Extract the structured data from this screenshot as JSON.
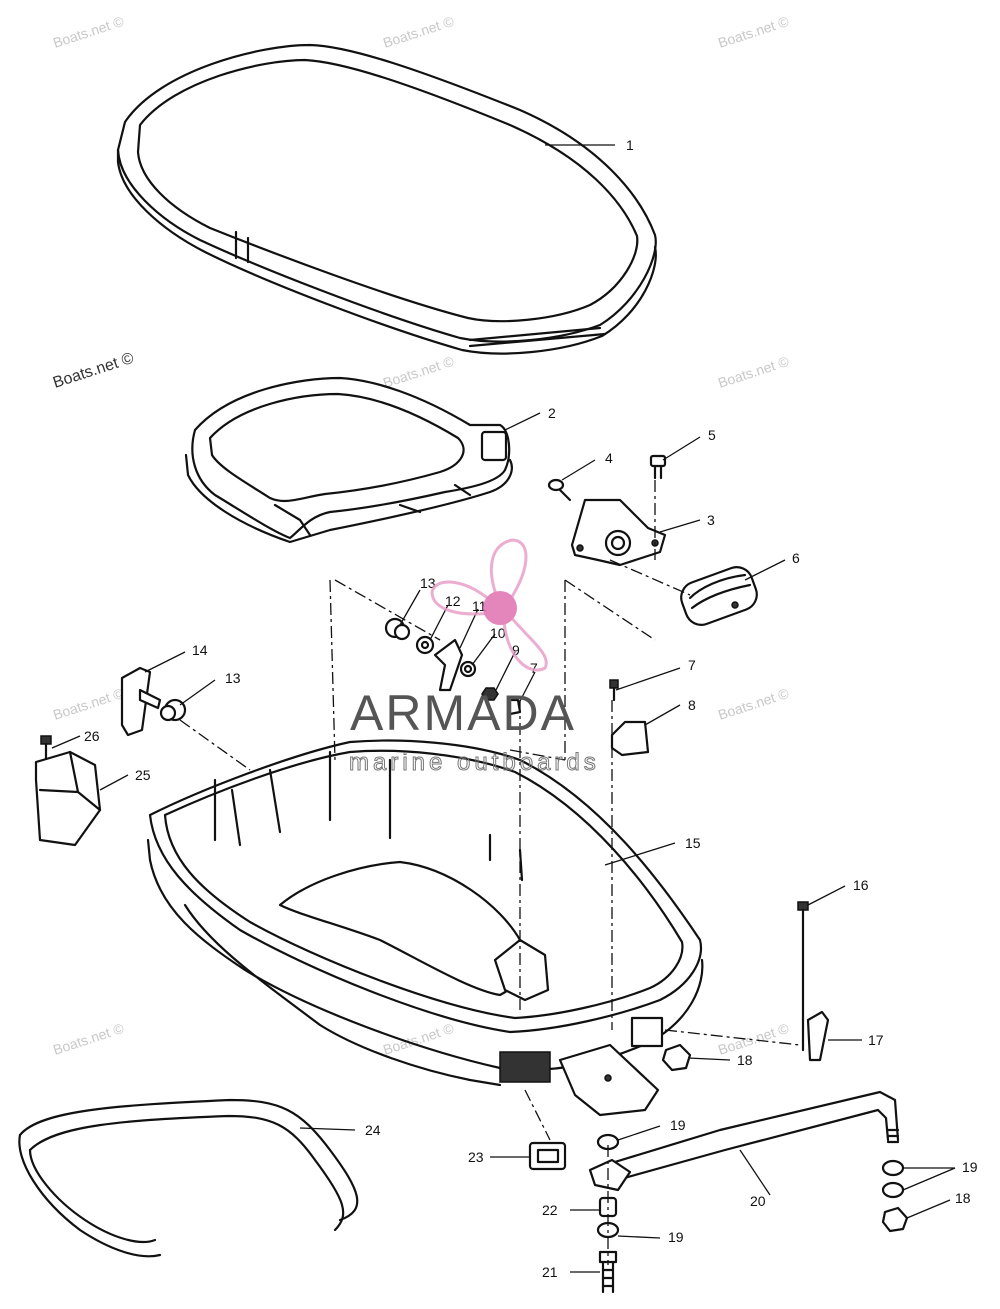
{
  "watermark": {
    "text": "Boats.net ©",
    "color": "#c8c8c8",
    "prominent_color": "#333333"
  },
  "brand": {
    "name": "ARMADA",
    "tagline": "marine outboards",
    "accent_color": "#e8a0c8",
    "accent_dot_color": "#e070b0"
  },
  "callouts": {
    "c1": "1",
    "c2": "2",
    "c3": "3",
    "c4": "4",
    "c5": "5",
    "c6": "6",
    "c7a": "7",
    "c7b": "7",
    "c8": "8",
    "c9": "9",
    "c10": "10",
    "c11": "11",
    "c12": "12",
    "c13a": "13",
    "c13b": "13",
    "c14": "14",
    "c15": "15",
    "c16": "16",
    "c17": "17",
    "c18a": "18",
    "c18b": "18",
    "c19a": "19",
    "c19b": "19",
    "c19c": "19",
    "c20": "20",
    "c21": "21",
    "c22": "22",
    "c23": "23",
    "c24": "24",
    "c25": "25",
    "c26": "26"
  }
}
